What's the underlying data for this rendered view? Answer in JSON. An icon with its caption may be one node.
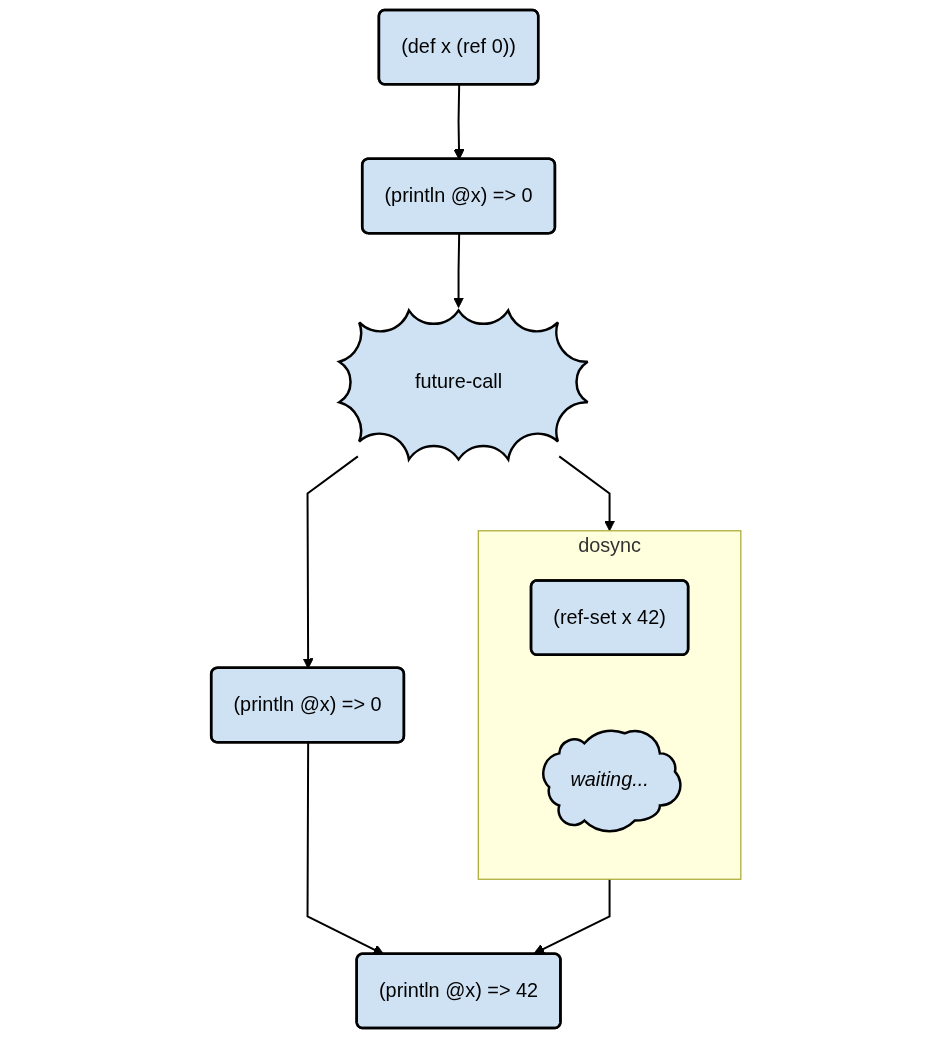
{
  "diagram": {
    "nodes": [
      {
        "text": [
          "(def x (ref 0))"
        ]
      },
      {
        "text": [
          "(println @x) => 0"
        ]
      },
      {
        "text": [
          "future-call"
        ]
      },
      {
        "text": [
          "dosync"
        ]
      },
      {
        "text": [
          "(ref-set x 42)"
        ],
        "in": 3
      },
      {
        "text": [
          "waiting..."
        ],
        "in": 3
      },
      {
        "text": [
          "(println @x) => 0"
        ]
      },
      {
        "text": [
          "(println @x) => 42"
        ]
      }
    ],
    "edges": [
      {
        "from": 0,
        "to": 1,
        "arrow": "to"
      },
      {
        "from": 1,
        "to": 2,
        "arrow": "to"
      },
      {
        "from": 2,
        "to": 6,
        "arrow": "to"
      },
      {
        "from": 2,
        "to": 3,
        "arrow": "to"
      },
      {
        "from": 6,
        "to": 7,
        "arrow": "to"
      },
      {
        "from": 3,
        "to": 7,
        "arrow": "to"
      }
    ]
  }
}
